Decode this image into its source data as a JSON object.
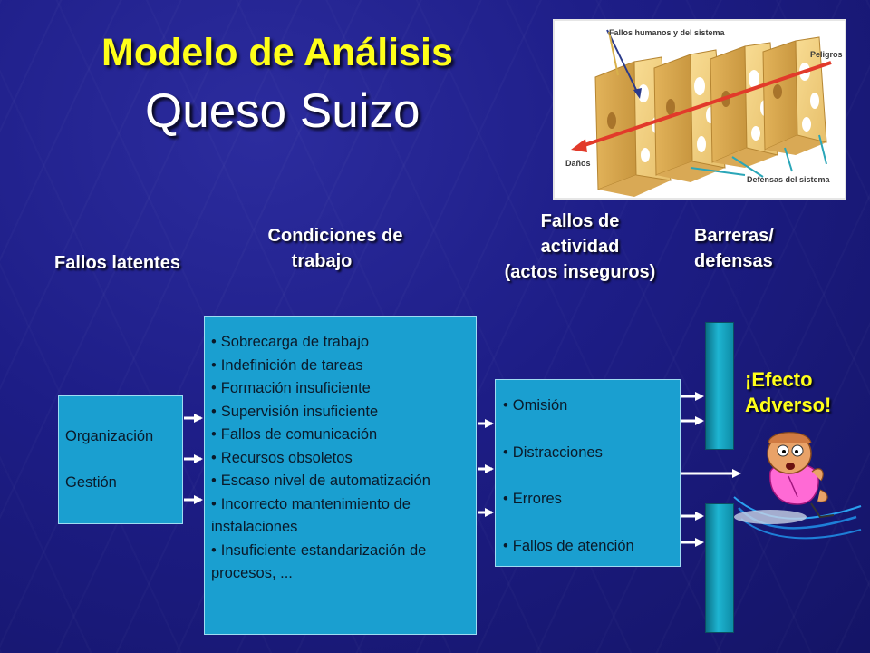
{
  "title": {
    "line1": "Modelo de Análisis",
    "line2": "Queso Suizo"
  },
  "column_labels": {
    "latent": "Fallos latentes",
    "conditions": [
      "Condiciones de",
      "trabajo"
    ],
    "activity": [
      "Fallos de",
      "actividad",
      "(actos inseguros)"
    ],
    "barriers": [
      "Barreras/",
      "defensas"
    ]
  },
  "org_box": {
    "items": [
      "Organización",
      "Gestión"
    ]
  },
  "conditions_box": {
    "bullet": "•",
    "items": [
      "Sobrecarga de trabajo",
      "Indefinición de tareas",
      "Formación insuficiente",
      "Supervisión insuficiente",
      "Fallos de comunicación",
      "Recursos obsoletos",
      "Escaso nivel de automatización",
      "Incorrecto mantenimiento de instalaciones",
      "Insuficiente estandarización de procesos, ..."
    ]
  },
  "acts_box": {
    "bullet": "•",
    "items": [
      "Omisión",
      "Distracciones",
      "Errores",
      "Fallos de atención"
    ]
  },
  "outcome": {
    "line1": "¡Efecto",
    "line2": "Adverso!"
  },
  "cheese_image": {
    "labels": {
      "human": "Fallos humanos y del sistema",
      "hazards": "Peligros",
      "damage": "Daños",
      "defenses": "Defensas del sistema"
    }
  },
  "colors": {
    "title_yellow": "#ffff1a",
    "box_blue": "#1a9fd0",
    "background": "#1d1d86",
    "cheese": "#f4d48a",
    "arrow_red": "#e23a2a",
    "arrow_teal": "#2aa6b8"
  }
}
